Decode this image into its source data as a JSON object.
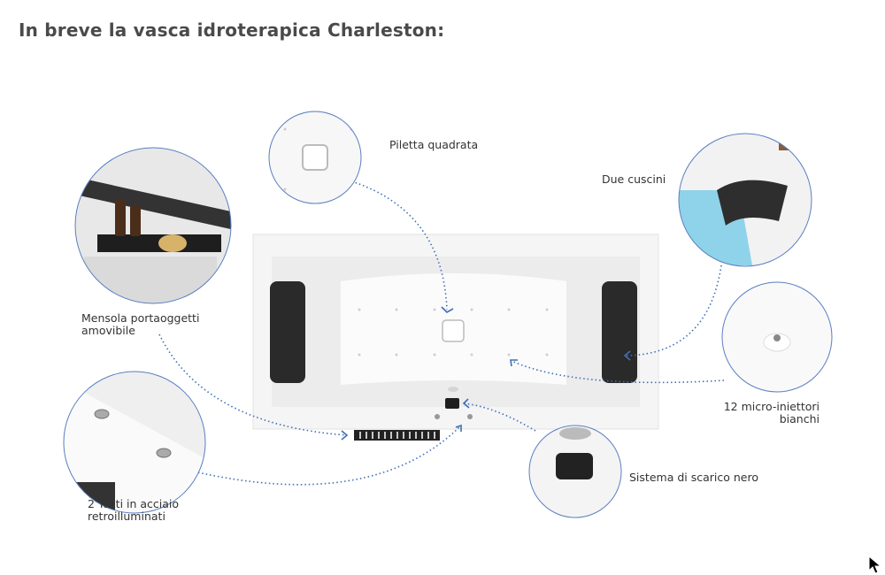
{
  "title": "In breve la vasca idroterapica Charleston:",
  "features": [
    {
      "label": "Piletta quadrata"
    },
    {
      "label": "Due cuscini"
    },
    {
      "label_line1": "Mensola portaoggetti",
      "label_line2": "amovibile"
    },
    {
      "label_line1": "12 micro-iniettori",
      "label_line2": "bianchi"
    },
    {
      "label": "Sistema di scarico nero"
    },
    {
      "label_line1": "2 Tasti in acciaio",
      "label_line2": "retroilluminati"
    }
  ],
  "colors": {
    "title": "#4a4a4a",
    "leader_line": "#3f6fb5",
    "circle_border": "#5a7fc0",
    "cushion": "#2a2a2a"
  }
}
